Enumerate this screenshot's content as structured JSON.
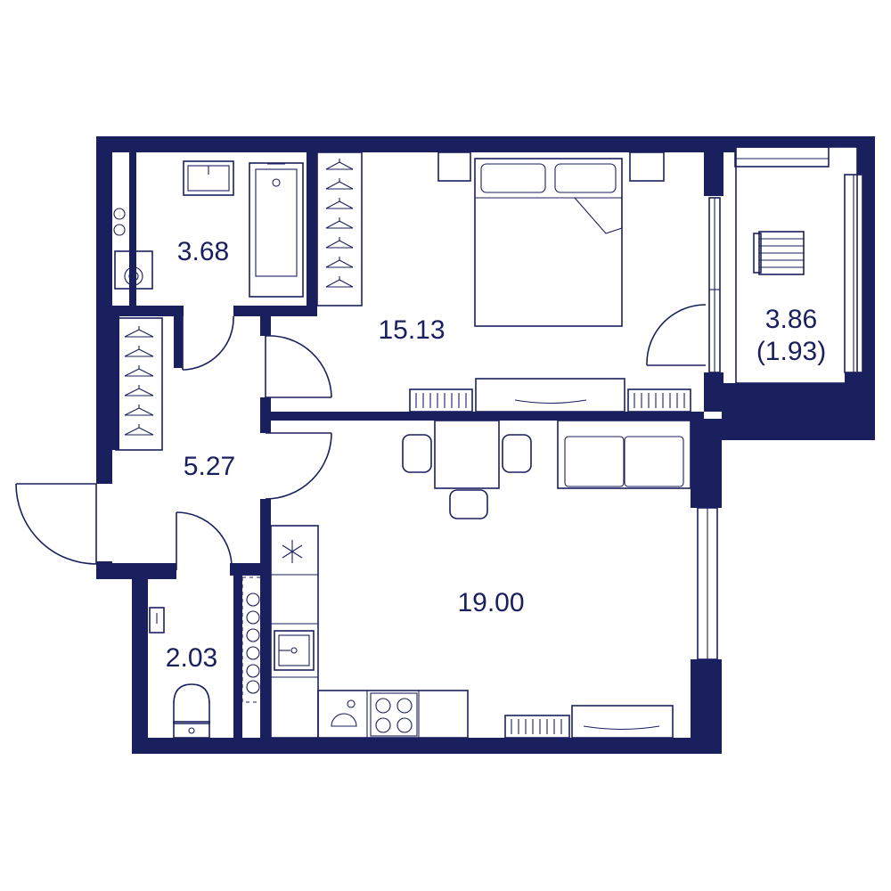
{
  "colors": {
    "wall": "#1a1f5e",
    "line": "#1a1f5e",
    "background": "#ffffff"
  },
  "rooms": {
    "bathroom": {
      "area": "3.68"
    },
    "bedroom": {
      "area": "15.13"
    },
    "balcony": {
      "area": "3.86",
      "reduced_area": "(1.93)"
    },
    "hallway": {
      "area": "5.27"
    },
    "toilet": {
      "area": "2.03"
    },
    "kitchen_living": {
      "area": "19.00"
    }
  },
  "icons": [
    "bathtub-icon",
    "sink-icon",
    "washing-machine-icon",
    "toilet-icon",
    "bed-icon",
    "sofa-icon",
    "dining-table-icon",
    "stove-icon",
    "fridge-icon",
    "radiator-icon",
    "coat-hanger-icon",
    "deck-chair-icon",
    "door-swing-icon",
    "window-icon"
  ]
}
